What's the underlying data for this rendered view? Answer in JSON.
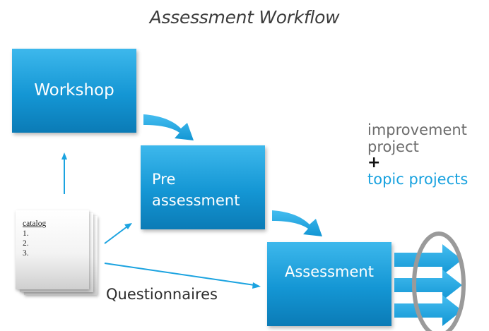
{
  "diagram": {
    "title": "Assessment Workflow",
    "boxes": {
      "workshop": "Workshop",
      "pre_line1": "Pre",
      "pre_line2": "assessment",
      "assessment": "Assessment"
    },
    "catalog": {
      "heading": "catalog",
      "items": [
        "1.",
        "2.",
        "3."
      ]
    },
    "questionnaires_label": "Questionnaires",
    "side_note": {
      "line1": "improvement",
      "line2": "project",
      "plus": "+",
      "line4": "topic projects"
    },
    "colors": {
      "box_blue": "#1496d4",
      "arrow_blue": "#1ba3e0",
      "accent_text_blue": "#19a2df",
      "circle_gray": "#9a9a9a"
    }
  }
}
